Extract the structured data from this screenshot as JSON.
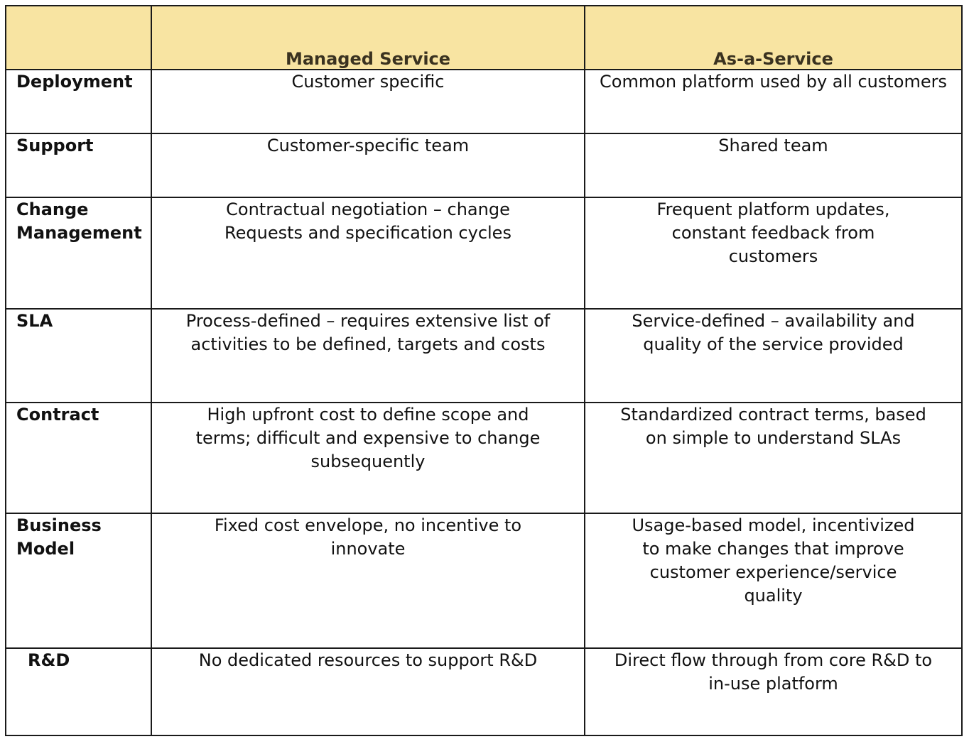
{
  "header": {
    "corner": "",
    "col_managed": "Managed Service",
    "col_aas": "As-a-Service"
  },
  "rows": [
    {
      "label": "Deployment",
      "managed": "Customer specific",
      "aas": "Common platform used by all customers"
    },
    {
      "label": "Support",
      "managed": "Customer-specific team",
      "aas": "Shared team"
    },
    {
      "label": "Change\nManagement",
      "managed": "Contractual negotiation – change\nRequests and specification cycles",
      "aas": "Frequent platform updates,\nconstant  feedback from\ncustomers"
    },
    {
      "label": "SLA",
      "managed": "Process-defined – requires extensive list of\nactivities to be defined, targets and costs",
      "aas": "Service-defined – availability and\nquality of the service provided"
    },
    {
      "label": "Contract",
      "managed": "High upfront cost to define scope and\nterms; difficult and expensive to change\nsubsequently",
      "aas": "Standardized contract terms, based\non simple to understand SLAs"
    },
    {
      "label": "Business\nModel",
      "managed": "Fixed cost envelope, no incentive to\ninnovate",
      "aas": "Usage-based model, incentivized\nto make changes that improve\ncustomer experience/service\nquality"
    },
    {
      "label": "R&D",
      "managed": "No dedicated resources to support R&D",
      "aas": "Direct flow through from core R&D to\nin-use platform"
    }
  ]
}
